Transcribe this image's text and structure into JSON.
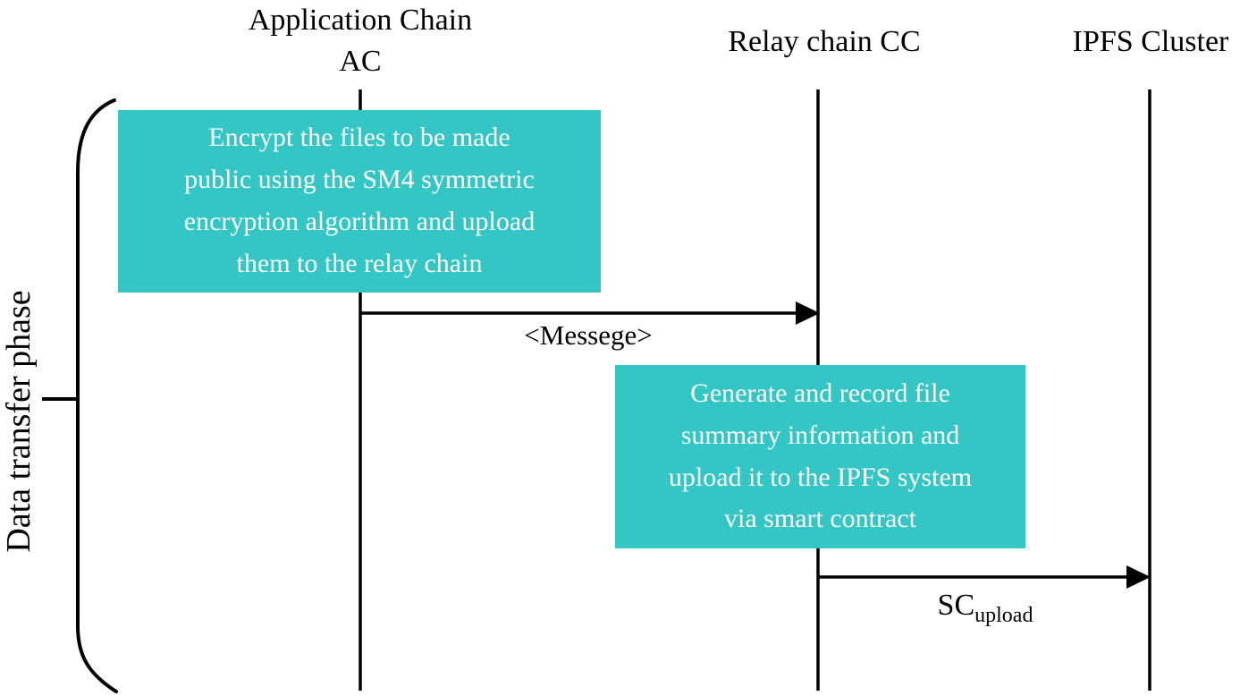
{
  "colors": {
    "note_box_fill": "#34C5C5",
    "note_box_text": "#FFFFFF",
    "line_color": "#000000",
    "label_text": "#000000",
    "background": "#FFFFFF"
  },
  "phase": {
    "label": "Data transfer phase"
  },
  "actors": {
    "application_chain": {
      "line1": "Application Chain",
      "line2": "AC"
    },
    "relay_chain": {
      "label": "Relay chain CC"
    },
    "ipfs_cluster": {
      "label": "IPFS Cluster"
    }
  },
  "notes": {
    "encrypt": "Encrypt the files to be made\npublic using the SM4 symmetric\nencryption algorithm and upload\nthem to the relay chain",
    "generate": "Generate and record file\nsummary information and\nupload it to the IPFS system\nvia smart contract"
  },
  "messages": {
    "message1": "<Messege>",
    "message2_main": "SC",
    "message2_sub": "upload"
  }
}
